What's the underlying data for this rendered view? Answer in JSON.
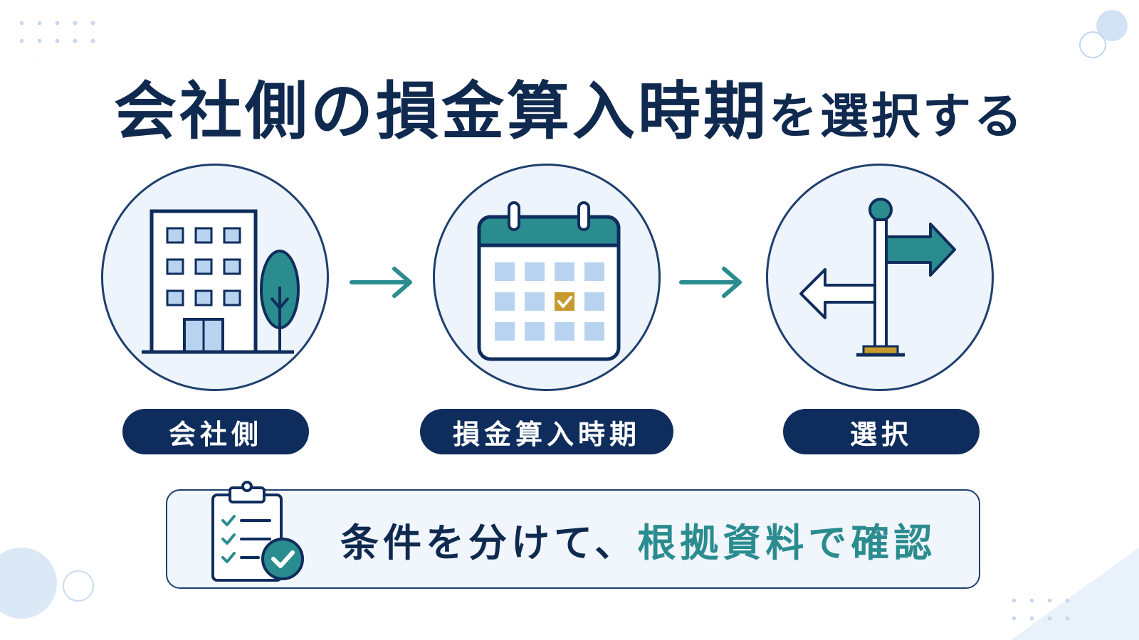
{
  "title": {
    "main": "会社側の損金算入時期",
    "suffix": "を選択する"
  },
  "steps": [
    {
      "label": "会社側",
      "icon": "office-building-icon"
    },
    {
      "label": "損金算入時期",
      "icon": "calendar-icon"
    },
    {
      "label": "選択",
      "icon": "signpost-icon"
    }
  ],
  "note": {
    "prefix": "条件を分けて、",
    "highlight": "根拠資料で確認",
    "icon": "clipboard-checklist-icon"
  },
  "colors": {
    "navy": "#0f2d5c",
    "teal": "#2b8c8f",
    "light_blue": "#b8d3f0",
    "gold": "#c79a2e",
    "background": "#ffffff"
  }
}
